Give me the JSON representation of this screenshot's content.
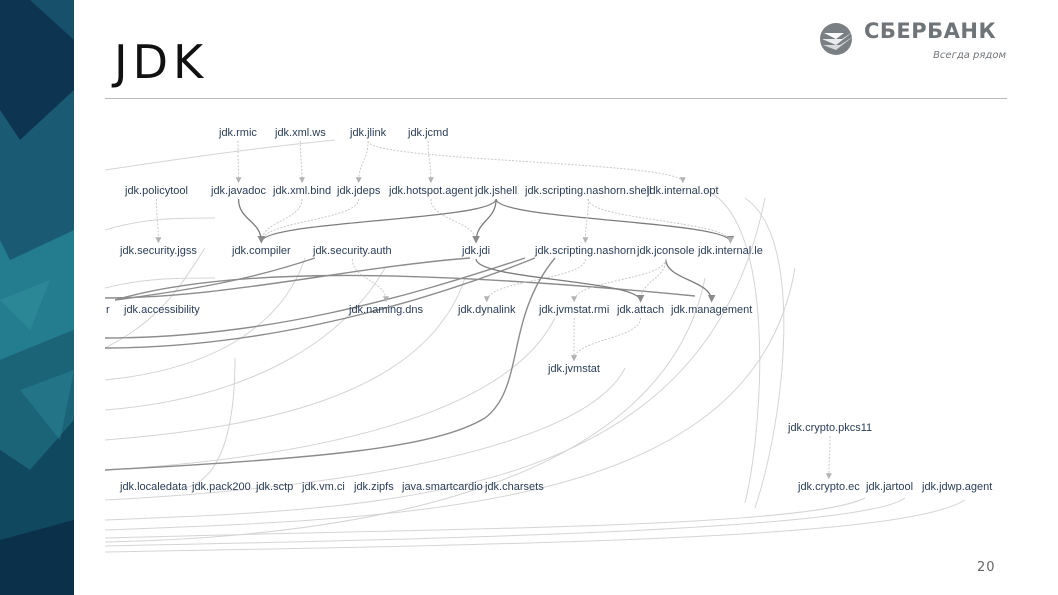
{
  "slide": {
    "title": "JDK",
    "page_number": "20"
  },
  "logo": {
    "name": "СБЕРБАНК",
    "tagline": "Всегда рядом"
  },
  "colors": {
    "sidebar_dark": "#0f3a55",
    "sidebar_teal": "#1d6f84",
    "edge_light": "#c9c9c9",
    "edge_dark": "#7c7c7c",
    "node_text": "#2a3d57"
  },
  "nodes": [
    {
      "id": "rmic",
      "label": "jdk.rmic"
    },
    {
      "id": "xmlws",
      "label": "jdk.xml.ws"
    },
    {
      "id": "jlink",
      "label": "jdk.jlink"
    },
    {
      "id": "jcmd",
      "label": "jdk.jcmd"
    },
    {
      "id": "policytool",
      "label": "jdk.policytool"
    },
    {
      "id": "javadoc",
      "label": "jdk.javadoc"
    },
    {
      "id": "xmlbind",
      "label": "jdk.xml.bind"
    },
    {
      "id": "jdeps",
      "label": "jdk.jdeps"
    },
    {
      "id": "hotspot",
      "label": "jdk.hotspot.agent"
    },
    {
      "id": "jshell",
      "label": "jdk.jshell"
    },
    {
      "id": "nashornshell",
      "label": "jdk.scripting.nashorn.shell"
    },
    {
      "id": "internalopt",
      "label": "jdk.internal.opt"
    },
    {
      "id": "jgss",
      "label": "jdk.security.jgss"
    },
    {
      "id": "compiler",
      "label": "jdk.compiler"
    },
    {
      "id": "secauth",
      "label": "jdk.security.auth"
    },
    {
      "id": "jdi",
      "label": "jdk.jdi"
    },
    {
      "id": "nashorn",
      "label": "jdk.scripting.nashorn"
    },
    {
      "id": "jconsole",
      "label": "jdk.jconsole"
    },
    {
      "id": "internalle",
      "label": "jdk.internal.le"
    },
    {
      "id": "rpart",
      "label": "r"
    },
    {
      "id": "accessibility",
      "label": "jdk.accessibility"
    },
    {
      "id": "naming",
      "label": "jdk.naming.dns"
    },
    {
      "id": "dynalink",
      "label": "jdk.dynalink"
    },
    {
      "id": "jvmstatrmi",
      "label": "jdk.jvmstat.rmi"
    },
    {
      "id": "attach",
      "label": "jdk.attach"
    },
    {
      "id": "management",
      "label": "jdk.management"
    },
    {
      "id": "jvmstat",
      "label": "jdk.jvmstat"
    },
    {
      "id": "pkcs11",
      "label": "jdk.crypto.pkcs11"
    },
    {
      "id": "localedata",
      "label": "jdk.localedata"
    },
    {
      "id": "pack200",
      "label": "jdk.pack200"
    },
    {
      "id": "sctp",
      "label": "jdk.sctp"
    },
    {
      "id": "vmci",
      "label": "jdk.vm.ci"
    },
    {
      "id": "zipfs",
      "label": "jdk.zipfs"
    },
    {
      "id": "smartcardio",
      "label": "java.smartcardio"
    },
    {
      "id": "charsets",
      "label": "jdk.charsets"
    },
    {
      "id": "cryptoec",
      "label": "jdk.crypto.ec"
    },
    {
      "id": "jartool",
      "label": "jdk.jartool"
    },
    {
      "id": "jdwp",
      "label": "jdk.jdwp.agent"
    }
  ],
  "edges": [
    {
      "from": "rmic",
      "to": "javadoc",
      "style": "light"
    },
    {
      "from": "xmlws",
      "to": "xmlbind",
      "style": "light"
    },
    {
      "from": "jlink",
      "to": "jdeps",
      "style": "light"
    },
    {
      "from": "jcmd",
      "to": "hotspot",
      "style": "light"
    },
    {
      "from": "jlink",
      "to": "internalopt",
      "style": "light"
    },
    {
      "from": "policytool",
      "to": "jgss",
      "style": "light"
    },
    {
      "from": "javadoc",
      "to": "compiler",
      "style": "dark"
    },
    {
      "from": "xmlbind",
      "to": "compiler",
      "style": "light"
    },
    {
      "from": "jdeps",
      "to": "compiler",
      "style": "light"
    },
    {
      "from": "hotspot",
      "to": "jdi",
      "style": "light"
    },
    {
      "from": "jshell",
      "to": "compiler",
      "style": "dark"
    },
    {
      "from": "jshell",
      "to": "jdi",
      "style": "dark"
    },
    {
      "from": "jshell",
      "to": "internalle",
      "style": "dark"
    },
    {
      "from": "nashornshell",
      "to": "nashorn",
      "style": "light"
    },
    {
      "from": "nashornshell",
      "to": "internalle",
      "style": "light"
    },
    {
      "from": "jconsole",
      "to": "management",
      "style": "dark"
    },
    {
      "from": "jconsole",
      "to": "attach",
      "style": "light"
    },
    {
      "from": "jconsole",
      "to": "jvmstatrmi",
      "style": "light"
    },
    {
      "from": "nashorn",
      "to": "dynalink",
      "style": "light"
    },
    {
      "from": "jvmstatrmi",
      "to": "jvmstat",
      "style": "light"
    },
    {
      "from": "attach",
      "to": "jvmstat",
      "style": "light"
    },
    {
      "from": "pkcs11",
      "to": "cryptoec",
      "style": "light"
    },
    {
      "from": "jdi",
      "to": "attach",
      "style": "dark"
    },
    {
      "from": "secauth",
      "to": "naming",
      "style": "light"
    }
  ]
}
